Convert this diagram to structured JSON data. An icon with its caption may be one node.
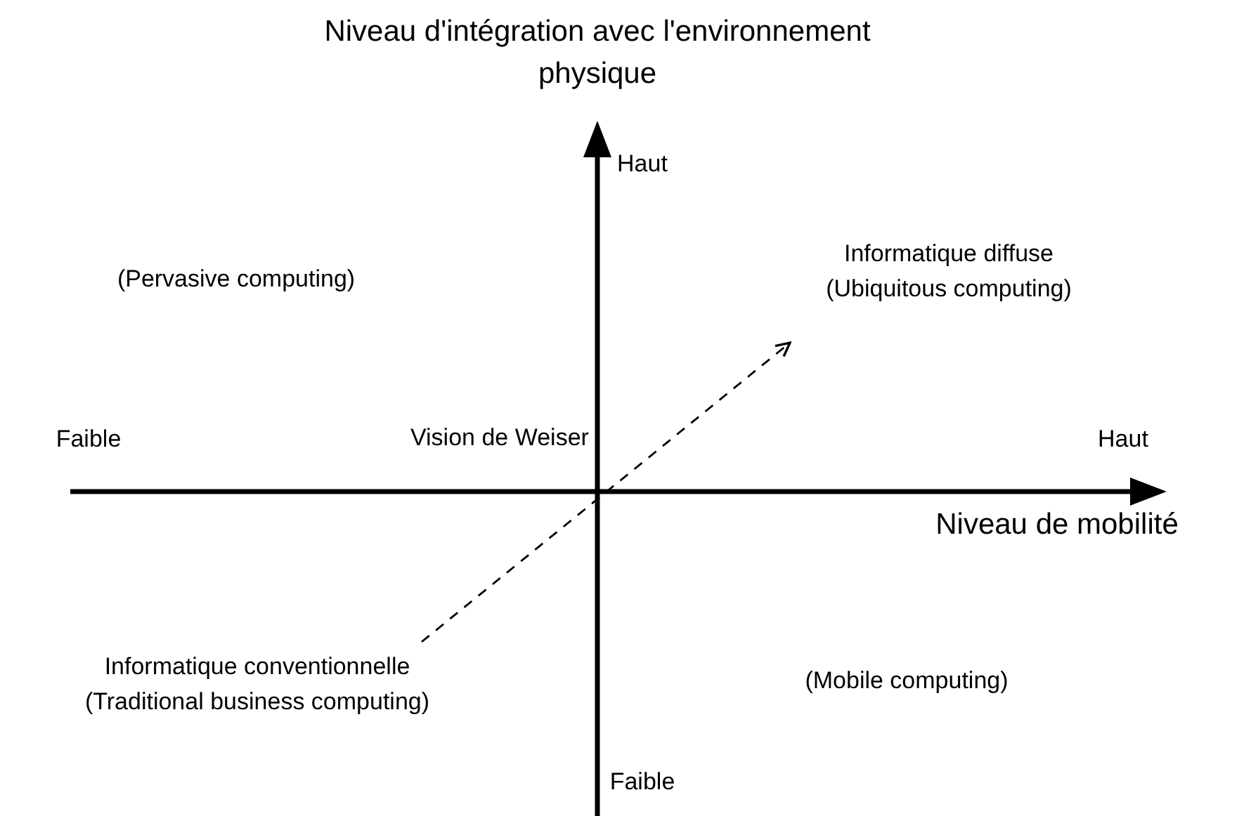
{
  "diagram": {
    "nodes": [
      {
        "text": [
          "Informatique conventionnelle",
          "(Traditional business computing)"
        ]
      },
      {
        "text": [
          "Informatique diffuse",
          "(Ubiquitous computing)"
        ]
      }
    ],
    "edges": [
      {
        "from": 0,
        "to": 1,
        "arrow": "to",
        "style": "dashed",
        "label": "Vision de Weiser"
      }
    ],
    "labels": [
      "Niveau d'intégration avec l'environnement physique",
      "Haut",
      "(Pervasive computing)",
      "Faible",
      "Haut",
      "Niveau de mobilité",
      "(Mobile computing)",
      "Faible"
    ]
  }
}
